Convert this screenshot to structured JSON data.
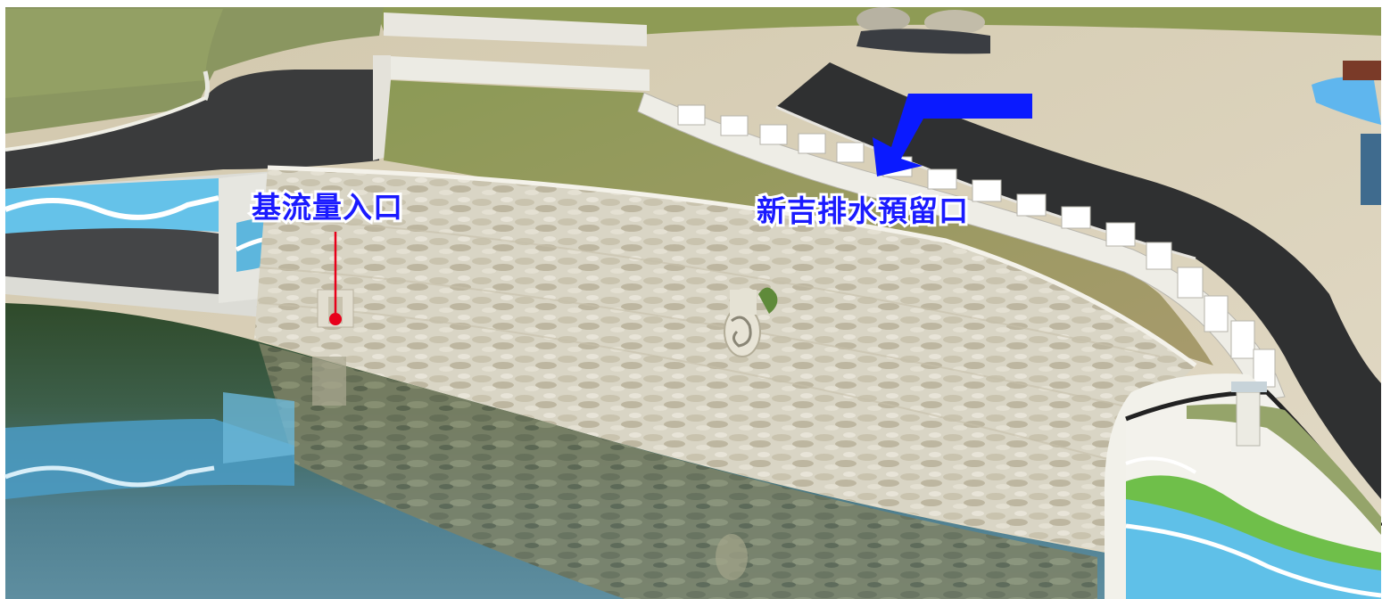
{
  "annotations": {
    "base_flow_inlet": {
      "text": "基流量入口",
      "text_color": "#1a1aff",
      "pointer_color": "#e8001a"
    },
    "xinji_drainage_outlet": {
      "text": "新吉排水預留口",
      "text_color": "#1a1aff",
      "arrow_color": "#0a1aff",
      "arrow_direction": "down-left"
    }
  },
  "colors": {
    "water": "#4a7a8a",
    "grass": "#8a9a5a",
    "road": "#3a3a3a",
    "sand": "#d8cfb6",
    "stone_wall": "#d8d4c4",
    "mural_blue": "#5fc0e8",
    "mural_green": "#6fb84a"
  }
}
